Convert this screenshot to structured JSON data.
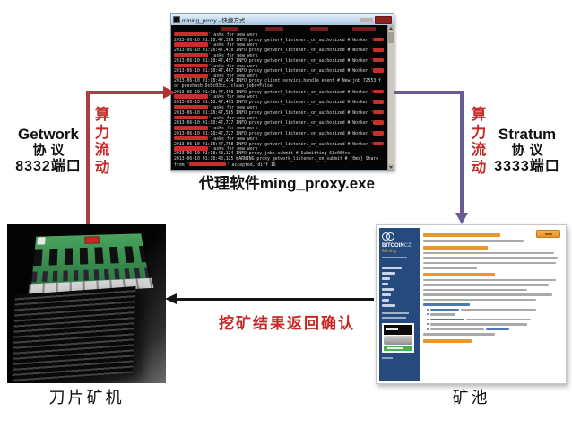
{
  "terminal": {
    "window_title": "mining_proxy - 快捷方式",
    "caption_zh": "代理软件",
    "caption_en": "ming_proxy.exe",
    "log_lines": [
      [
        {
          "t": "                  "
        },
        {
          "d": 7
        },
        {
          "t": "          "
        },
        {
          "d": 7
        },
        {
          "t": "          "
        },
        {
          "d": 7
        },
        {
          "t": "         "
        },
        {
          "d": 9
        }
      ],
      [
        {
          "r": 13
        },
        {
          "t": "' asks for new work"
        }
      ],
      [
        {
          "t": "2013-06-10 01:18:47,389 INFO proxy getwork_listener._on_authorized # Worker '"
        },
        {
          "r": 4
        }
      ],
      [
        {
          "r": 13
        },
        {
          "t": "' asks for new work"
        }
      ],
      [
        {
          "t": "2013-06-10 01:18:47,410 INFO proxy getwork_listener._on_authorized # Worker '"
        },
        {
          "r": 4
        }
      ],
      [
        {
          "r": 13
        },
        {
          "t": "' asks for new work"
        }
      ],
      [
        {
          "t": "2013-06-10 01:18:47,457 INFO proxy getwork_listener._on_authorized # Worker '"
        },
        {
          "r": 4
        }
      ],
      [
        {
          "r": 13
        },
        {
          "t": "' asks for new work"
        }
      ],
      [
        {
          "t": "2013-06-10 01:18:47,467 INFO proxy getwork_listener._on_authorized # Worker '"
        },
        {
          "r": 4
        }
      ],
      [
        {
          "r": 13
        },
        {
          "t": "' asks for new work"
        }
      ],
      [
        {
          "t": "2013-06-10 01:18:47,474 INFO proxy client_service.handle_event # New job 72553 f"
        }
      ],
      [
        {
          "t": "or prevhash 9cbc03cc, clean_jobs=False"
        }
      ],
      [
        {
          "t": "2013-06-10 01:18:47,490 INFO proxy getwork_listener._on_authorized # Worker '"
        },
        {
          "r": 4
        }
      ],
      [
        {
          "r": 13
        },
        {
          "t": "' asks for new work"
        }
      ],
      [
        {
          "t": "2013-06-10 01:18:47,493 INFO proxy getwork_listener._on_authorized # Worker '"
        },
        {
          "r": 4
        }
      ],
      [
        {
          "r": 13
        },
        {
          "t": "' asks for new work"
        }
      ],
      [
        {
          "t": "2013-06-10 01:18:47,565 INFO proxy getwork_listener._on_authorized # Worker '"
        },
        {
          "r": 4
        }
      ],
      [
        {
          "r": 13
        },
        {
          "t": "' asks for new work"
        }
      ],
      [
        {
          "t": "2013-06-10 01:18:47,717 INFO proxy getwork_listener._on_authorized # Worker '"
        },
        {
          "r": 4
        }
      ],
      [
        {
          "r": 13
        },
        {
          "t": "' asks for new work"
        }
      ],
      [
        {
          "t": "2013-06-10 01:18:47,727 INFO proxy getwork_listener._on_authorized # Worker '"
        },
        {
          "r": 4
        }
      ],
      [
        {
          "r": 13
        },
        {
          "t": "' asks for new work"
        }
      ],
      [
        {
          "t": "2013-06-10 01:18:47,758 INFO proxy getwork_listener._on_authorized # Worker '"
        },
        {
          "r": 4
        }
      ],
      [
        {
          "r": 13
        },
        {
          "t": "' asks for new work"
        }
      ],
      [
        {
          "t": "2013-06-10 01:18:48,124 INFO proxy jobs.submit # Submitting 63c06fxx"
        }
      ],
      [
        {
          "t": "2013-06-10 01:18:48,125 WARNING proxy getwork_listener._on_submit # [0ms] Share"
        }
      ],
      [
        {
          "t": "from '"
        },
        {
          "r": 14
        },
        {
          "t": "' accepted, diff 16"
        }
      ]
    ]
  },
  "left_flow": {
    "protocol_line1": "Getwork",
    "protocol_line2": "协议",
    "protocol_line3": "8332端口",
    "flow_chars": "算力流动"
  },
  "right_flow": {
    "protocol_line1": "Stratum",
    "protocol_line2": "协议",
    "protocol_line3": "3333端口",
    "flow_chars": "算力流动"
  },
  "return_flow": {
    "label": "挖矿结果返回确认"
  },
  "miner": {
    "caption": "刀片矿机"
  },
  "pool": {
    "caption": "矿池",
    "brand": "BITCOIN",
    "brand_suffix": "CZ",
    "brand_subtitle": "Mining"
  },
  "colors": {
    "getwork_arrow": "#a84141",
    "stratum_arrow": "#6a5a96",
    "return_arrow": "#151515",
    "flow_text_red": "#c82828",
    "redaction_red": "#c5302c",
    "pool_sidebar_navy": "#264a7d",
    "pool_heading_orange": "#e8962e",
    "pool_button_orange": "#e8922a",
    "ad_button_green": "#46b14e"
  }
}
